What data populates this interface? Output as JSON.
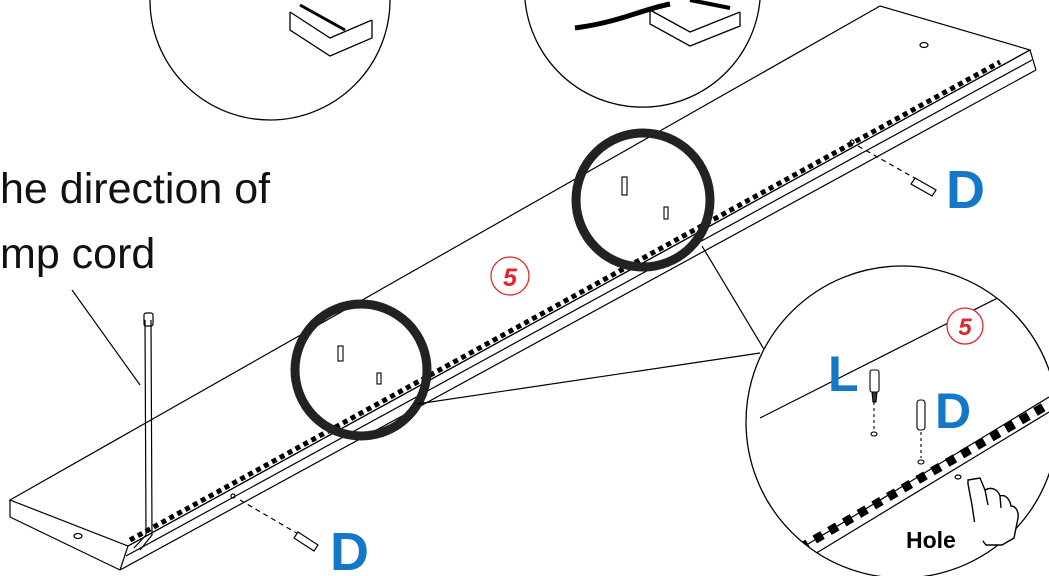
{
  "instruction": {
    "line1": "he direction of",
    "line2": "mp cord"
  },
  "labels": {
    "part_d": "D",
    "part_l": "L",
    "panel_number": "5",
    "hole": "Hole"
  },
  "colors": {
    "label_blue": "#1478c8",
    "number_red": "#e0262d",
    "line": "#000000"
  },
  "icons": {
    "hand": "pointing-hand-icon",
    "dowel": "wooden-dowel-icon",
    "screw": "screw-icon",
    "lamp_cord": "lamp-cord-icon"
  }
}
